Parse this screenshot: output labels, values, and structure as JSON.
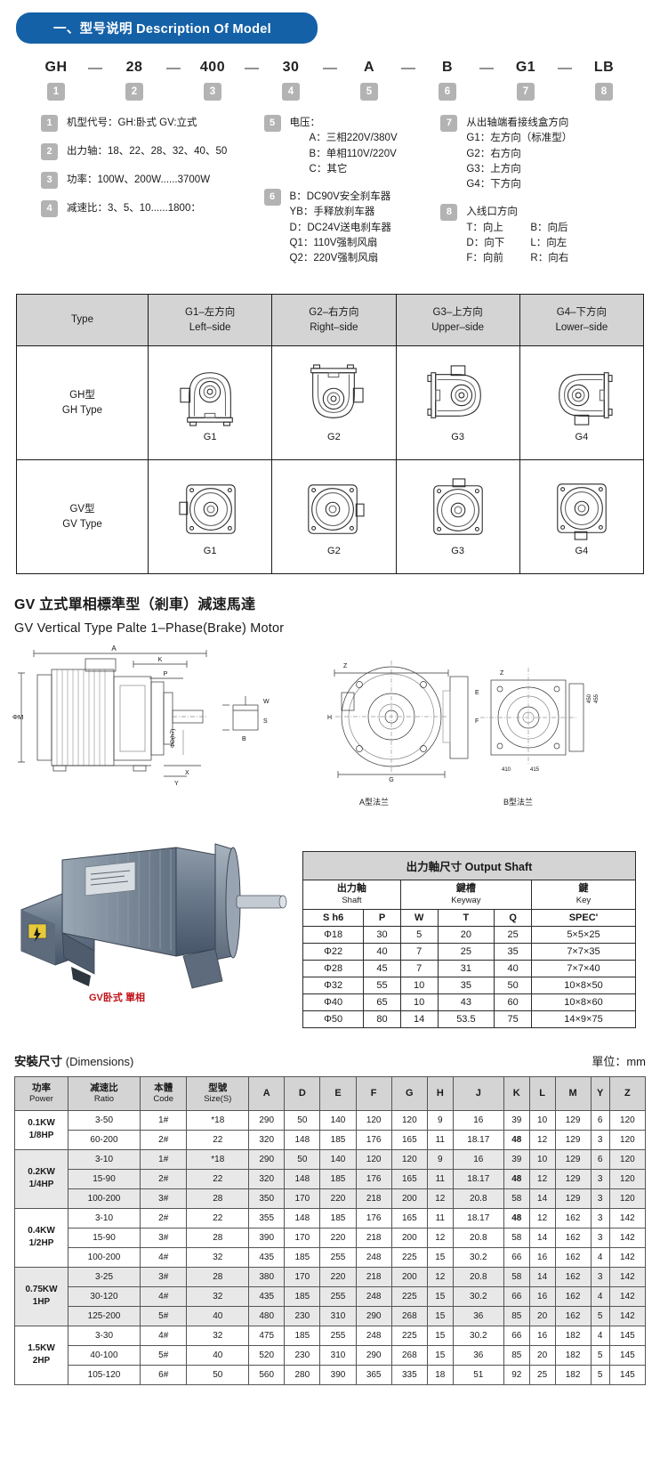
{
  "banner": {
    "title": "一、型号说明 Description Of Model"
  },
  "model_code": {
    "segments": [
      {
        "code": "GH",
        "num": "1"
      },
      {
        "code": "28",
        "num": "2"
      },
      {
        "code": "400",
        "num": "3"
      },
      {
        "code": "30",
        "num": "4"
      },
      {
        "code": "A",
        "num": "5"
      },
      {
        "code": "B",
        "num": "6"
      },
      {
        "code": "G1",
        "num": "7"
      },
      {
        "code": "LB",
        "num": "8"
      }
    ],
    "separator": "—"
  },
  "legend": {
    "col1": [
      {
        "num": "1",
        "text": "机型代号：GH:卧式   GV:立式"
      },
      {
        "num": "2",
        "text": "出力轴：18、22、28、32、40、50"
      },
      {
        "num": "3",
        "text": "功率：100W、200W......3700W"
      },
      {
        "num": "4",
        "text": "减速比：3、5、10......1800："
      }
    ],
    "col2": [
      {
        "num": "5",
        "title": "电压：",
        "lines": [
          "A：三相220V/380V",
          "B：单相110V/220V",
          "C：其它"
        ]
      },
      {
        "num": "6",
        "title": "",
        "lines": [
          "B：DC90V安全刹车器",
          "YB：手释放刹车器",
          "D：DC24V送电刹车器",
          "Q1：110V强制风扇",
          "Q2：220V强制风扇"
        ]
      }
    ],
    "col3": [
      {
        "num": "7",
        "title": "从出轴端看接线盒方向",
        "lines": [
          "G1：左方向（标准型）",
          "G2：右方向",
          "G3：上方向",
          "G4：下方向"
        ]
      },
      {
        "num": "8",
        "title": "入线口方向",
        "pairs": [
          {
            "a": "T：向上",
            "b": "B：向后"
          },
          {
            "a": "D：向下",
            "b": "L：向左"
          },
          {
            "a": "F：向前",
            "b": "R：向右"
          }
        ]
      }
    ]
  },
  "orientation_table": {
    "headers": [
      {
        "cn": "",
        "en": "Type"
      },
      {
        "cn": "G1–左方向",
        "en": "Left–side"
      },
      {
        "cn": "G2–右方向",
        "en": "Right–side"
      },
      {
        "cn": "G3–上方向",
        "en": "Upper–side"
      },
      {
        "cn": "G4–下方向",
        "en": "Lower–side"
      }
    ],
    "rows": [
      {
        "cn": "GH型",
        "en": "GH Type",
        "captions": [
          "G1",
          "G2",
          "G3",
          "G4"
        ]
      },
      {
        "cn": "GV型",
        "en": "GV Type",
        "captions": [
          "G1",
          "G2",
          "G3",
          "G4"
        ]
      }
    ]
  },
  "gv_section": {
    "title_cn": "GV 立式單相標準型（剎車）減速馬達",
    "title_en": "GV Vertical Type Palte 1–Phase(Brake) Motor",
    "flange_a": "A型法兰",
    "flange_b": "B型法兰",
    "photo_caption": "GV卧式 單相",
    "drawing_labels": {
      "A": "A",
      "K": "K",
      "P": "P",
      "X": "X",
      "Y": "Y",
      "W": "W",
      "S": "S",
      "B": "B",
      "M": "ΦM",
      "D": "ΦD(h7)",
      "Z": "Z",
      "E": "E",
      "F": "F",
      "G": "G",
      "H": "H",
      "flange_dims_a": "410",
      "flange_dims_b": "415",
      "flange_dim_c": "450",
      "flange_dim_d": "455"
    }
  },
  "output_shaft": {
    "title": "出力軸尺寸 Output Shaft",
    "groups": [
      {
        "cn": "出力軸",
        "en": "Shaft",
        "span": 2
      },
      {
        "cn": "鍵槽",
        "en": "Keyway",
        "span": 3
      },
      {
        "cn": "鍵",
        "en": "Key",
        "span": 1
      }
    ],
    "columns": [
      "S    h6",
      "P",
      "W",
      "T",
      "Q",
      "SPEC'"
    ],
    "rows": [
      [
        "Φ18",
        "30",
        "5",
        "20",
        "25",
        "5×5×25"
      ],
      [
        "Φ22",
        "40",
        "7",
        "25",
        "35",
        "7×7×35"
      ],
      [
        "Φ28",
        "45",
        "7",
        "31",
        "40",
        "7×7×40"
      ],
      [
        "Φ32",
        "55",
        "10",
        "35",
        "50",
        "10×8×50"
      ],
      [
        "Φ40",
        "65",
        "10",
        "43",
        "60",
        "10×8×60"
      ],
      [
        "Φ50",
        "80",
        "14",
        "53.5",
        "75",
        "14×9×75"
      ]
    ]
  },
  "dimensions": {
    "title_cn": "安裝尺寸",
    "title_en": "(Dimensions)",
    "unit": "單位：mm",
    "headers": [
      {
        "cn": "功率",
        "en": "Power"
      },
      {
        "cn": "减速比",
        "en": "Ratio"
      },
      {
        "cn": "本體",
        "en": "Code"
      },
      {
        "cn": "型號",
        "en": "Size(S)"
      },
      {
        "cn": "",
        "en": "A"
      },
      {
        "cn": "",
        "en": "D"
      },
      {
        "cn": "",
        "en": "E"
      },
      {
        "cn": "",
        "en": "F"
      },
      {
        "cn": "",
        "en": "G"
      },
      {
        "cn": "",
        "en": "H"
      },
      {
        "cn": "",
        "en": "J"
      },
      {
        "cn": "",
        "en": "K"
      },
      {
        "cn": "",
        "en": "L"
      },
      {
        "cn": "",
        "en": "M"
      },
      {
        "cn": "",
        "en": "Y"
      },
      {
        "cn": "",
        "en": "Z"
      }
    ],
    "groups": [
      {
        "power": "0.1KW\n1/8HP",
        "power_l1": "0.1KW",
        "power_l2": "1/8HP",
        "shaded": false,
        "rows": [
          {
            "ratio": "3-50",
            "code": "1#",
            "size": "*18",
            "vals": [
              "290",
              "50",
              "140",
              "120",
              "120",
              "9",
              "16",
              "39",
              "10",
              "129",
              "6",
              "120"
            ],
            "bold_k": false
          },
          {
            "ratio": "60-200",
            "code": "2#",
            "size": "22",
            "vals": [
              "320",
              "148",
              "185",
              "176",
              "165",
              "11",
              "18.17",
              "48",
              "12",
              "129",
              "3",
              "120"
            ],
            "bold_k": true
          }
        ]
      },
      {
        "power_l1": "0.2KW",
        "power_l2": "1/4HP",
        "shaded": true,
        "rows": [
          {
            "ratio": "3-10",
            "code": "1#",
            "size": "*18",
            "vals": [
              "290",
              "50",
              "140",
              "120",
              "120",
              "9",
              "16",
              "39",
              "10",
              "129",
              "6",
              "120"
            ],
            "bold_k": false
          },
          {
            "ratio": "15-90",
            "code": "2#",
            "size": "22",
            "vals": [
              "320",
              "148",
              "185",
              "176",
              "165",
              "11",
              "18.17",
              "48",
              "12",
              "129",
              "3",
              "120"
            ],
            "bold_k": true
          },
          {
            "ratio": "100-200",
            "code": "3#",
            "size": "28",
            "vals": [
              "350",
              "170",
              "220",
              "218",
              "200",
              "12",
              "20.8",
              "58",
              "14",
              "129",
              "3",
              "120"
            ],
            "bold_k": false
          }
        ]
      },
      {
        "power_l1": "0.4KW",
        "power_l2": "1/2HP",
        "shaded": false,
        "rows": [
          {
            "ratio": "3-10",
            "code": "2#",
            "size": "22",
            "vals": [
              "355",
              "148",
              "185",
              "176",
              "165",
              "11",
              "18.17",
              "48",
              "12",
              "162",
              "3",
              "142"
            ],
            "bold_k": true
          },
          {
            "ratio": "15-90",
            "code": "3#",
            "size": "28",
            "vals": [
              "390",
              "170",
              "220",
              "218",
              "200",
              "12",
              "20.8",
              "58",
              "14",
              "162",
              "3",
              "142"
            ],
            "bold_k": false
          },
          {
            "ratio": "100-200",
            "code": "4#",
            "size": "32",
            "vals": [
              "435",
              "185",
              "255",
              "248",
              "225",
              "15",
              "30.2",
              "66",
              "16",
              "162",
              "4",
              "142"
            ],
            "bold_k": false
          }
        ]
      },
      {
        "power_l1": "0.75KW",
        "power_l2": "1HP",
        "shaded": true,
        "rows": [
          {
            "ratio": "3-25",
            "code": "3#",
            "size": "28",
            "vals": [
              "380",
              "170",
              "220",
              "218",
              "200",
              "12",
              "20.8",
              "58",
              "14",
              "162",
              "3",
              "142"
            ],
            "bold_k": false
          },
          {
            "ratio": "30-120",
            "code": "4#",
            "size": "32",
            "vals": [
              "435",
              "185",
              "255",
              "248",
              "225",
              "15",
              "30.2",
              "66",
              "16",
              "162",
              "4",
              "142"
            ],
            "bold_k": false
          },
          {
            "ratio": "125-200",
            "code": "5#",
            "size": "40",
            "vals": [
              "480",
              "230",
              "310",
              "290",
              "268",
              "15",
              "36",
              "85",
              "20",
              "162",
              "5",
              "142"
            ],
            "bold_k": false
          }
        ]
      },
      {
        "power_l1": "1.5KW",
        "power_l2": "2HP",
        "shaded": false,
        "rows": [
          {
            "ratio": "3-30",
            "code": "4#",
            "size": "32",
            "vals": [
              "475",
              "185",
              "255",
              "248",
              "225",
              "15",
              "30.2",
              "66",
              "16",
              "182",
              "4",
              "145"
            ],
            "bold_k": false
          },
          {
            "ratio": "40-100",
            "code": "5#",
            "size": "40",
            "vals": [
              "520",
              "230",
              "310",
              "290",
              "268",
              "15",
              "36",
              "85",
              "20",
              "182",
              "5",
              "145"
            ],
            "bold_k": false
          },
          {
            "ratio": "105-120",
            "code": "6#",
            "size": "50",
            "vals": [
              "560",
              "280",
              "390",
              "365",
              "335",
              "18",
              "51",
              "92",
              "25",
              "182",
              "5",
              "145"
            ],
            "bold_k": false
          }
        ]
      }
    ]
  },
  "colors": {
    "banner_blue": "#1461a8",
    "badge_gray": "#b3b3b3",
    "header_gray": "#d4d4d4",
    "row_shade": "#e8e8e8",
    "caption_red": "#c0121a"
  }
}
